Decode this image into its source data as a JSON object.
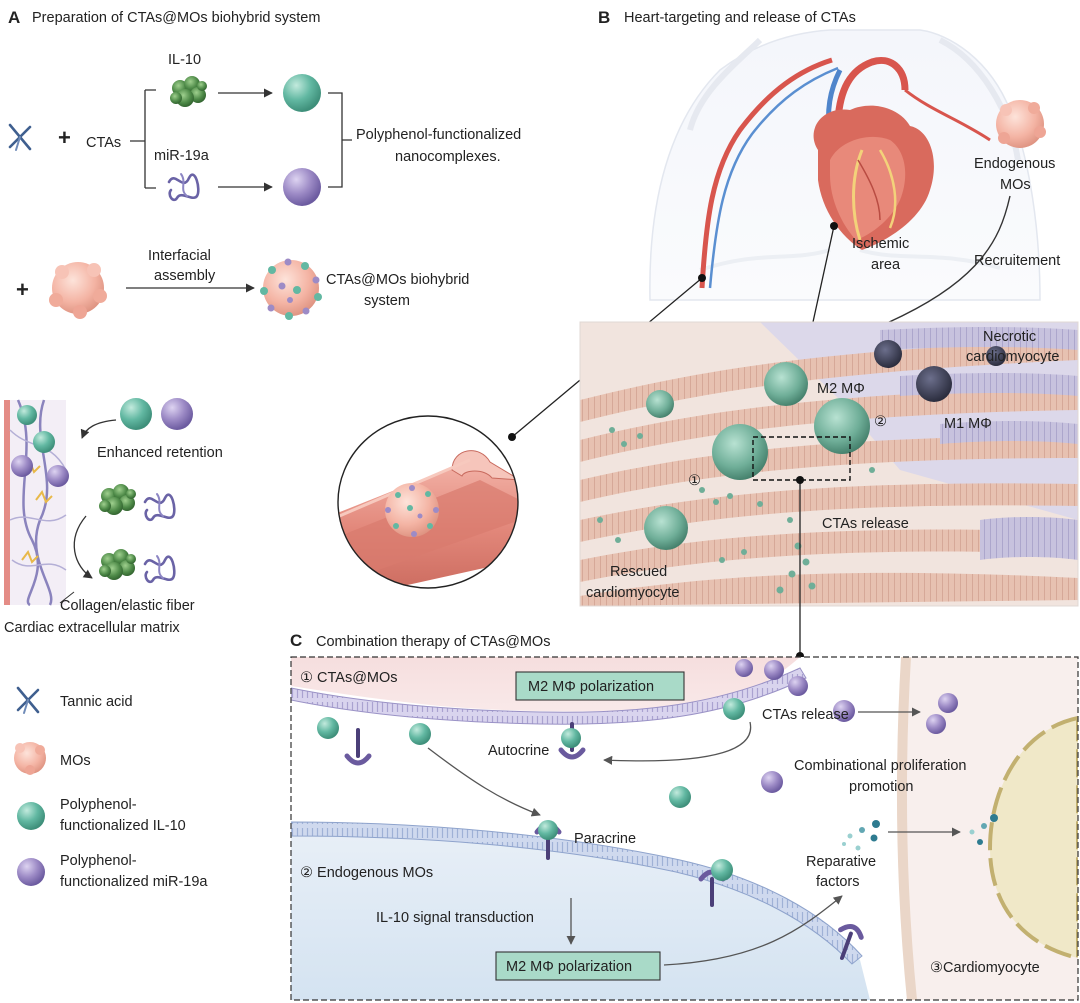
{
  "panel_a": {
    "letter": "A",
    "title": "Preparation of CTAs@MOs biohybrid system",
    "il10": "IL-10",
    "ctas": "CTAs",
    "mir19a": "miR-19a",
    "nano_line1": "Polyphenol-functionalized",
    "nano_line2": "nanocomplexes.",
    "interfacial_line1": "Interfacial",
    "interfacial_line2": "assembly",
    "biohybrid_line1": "CTAs@MOs biohybrid",
    "biohybrid_line2": "system",
    "plus": "+",
    "enhanced_retention": "Enhanced retention",
    "collagen": "Collagen/elastic fiber",
    "ecm": "Cardiac extracellular matrix"
  },
  "legend": [
    {
      "line1": "Tannic acid",
      "line2": ""
    },
    {
      "line1": "MOs",
      "line2": ""
    },
    {
      "line1": "Polyphenol-",
      "line2": "functionalized IL-10"
    },
    {
      "line1": "Polyphenol-",
      "line2": "functionalized miR-19a"
    }
  ],
  "panel_b": {
    "letter": "B",
    "title": "Heart-targeting and release of CTAs",
    "endogenous_line1": "Endogenous",
    "endogenous_line2": "MOs",
    "ischemic_line1": "Ischemic",
    "ischemic_line2": "area",
    "recruitement": "Recruitement",
    "necrotic_line1": "Necrotic",
    "necrotic_line2": "cardiomyocyte",
    "m2": "M2 MΦ",
    "m1": "M1 MΦ",
    "ctas_release": "CTAs release",
    "rescued_line1": "Rescued",
    "rescued_line2": "cardiomyocyte",
    "num1": "①",
    "num2": "②"
  },
  "panel_c": {
    "letter": "C",
    "title": "Combination therapy of CTAs@MOs",
    "ctas_mos": "① CTAs@MOs",
    "m2_polarization_top": "M2 MΦ polarization",
    "ctas_release": "CTAs release",
    "autocrine": "Autocrine",
    "prolif_line1": "Combinational proliferation",
    "prolif_line2": "promotion",
    "paracrine": "Paracrine",
    "endogenous": "② Endogenous MOs",
    "reparative_line1": "Reparative",
    "reparative_line2": "factors",
    "signal": "IL-10 signal transduction",
    "m2_polarization_bottom": "M2 MΦ polarization",
    "cardiomyocyte": "③Cardiomyocyte"
  },
  "colors": {
    "il10_particle": "#62b8a2",
    "mir_particle": "#9d8bc6",
    "mos_cell": "#f4b4a4",
    "tannic": "#3f5f8f",
    "protein": "#4e8a48",
    "strand": "#6a63a6",
    "label_box": "#a9dac8",
    "top_membrane_bg": "#f6dede",
    "bottom_membrane_bg": "#dce8f3",
    "myocyte": "#e9c3b2",
    "nucleus": "#e7dcb3"
  }
}
